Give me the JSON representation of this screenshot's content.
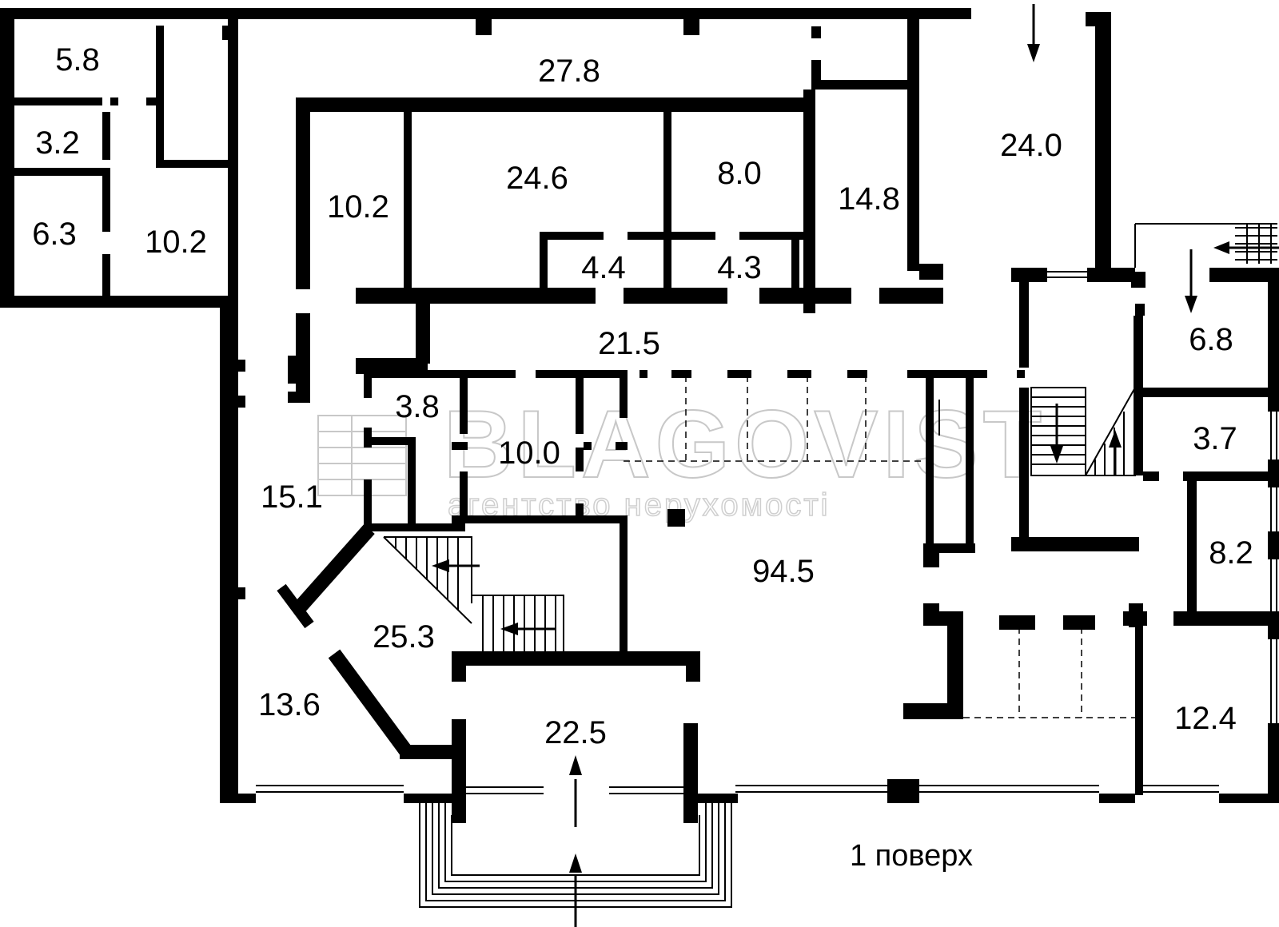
{
  "floor_label": "1 поверх",
  "watermark": {
    "brand": "BLAGOVIST",
    "tagline": "агентство нерухомості"
  },
  "rooms": [
    {
      "label": "5.8"
    },
    {
      "label": "3.2"
    },
    {
      "label": "6.3"
    },
    {
      "label": "10.2"
    },
    {
      "label": "27.8"
    },
    {
      "label": "10.2"
    },
    {
      "label": "24.6"
    },
    {
      "label": "8.0"
    },
    {
      "label": "14.8"
    },
    {
      "label": "24.0"
    },
    {
      "label": "4.4"
    },
    {
      "label": "4.3"
    },
    {
      "label": "21.5"
    },
    {
      "label": "6.8"
    },
    {
      "label": "3.8"
    },
    {
      "label": "10.0"
    },
    {
      "label": "15.1"
    },
    {
      "label": "3.7"
    },
    {
      "label": "8.2"
    },
    {
      "label": "94.5"
    },
    {
      "label": "25.3"
    },
    {
      "label": "13.6"
    },
    {
      "label": "22.5"
    },
    {
      "label": "12.4"
    }
  ]
}
